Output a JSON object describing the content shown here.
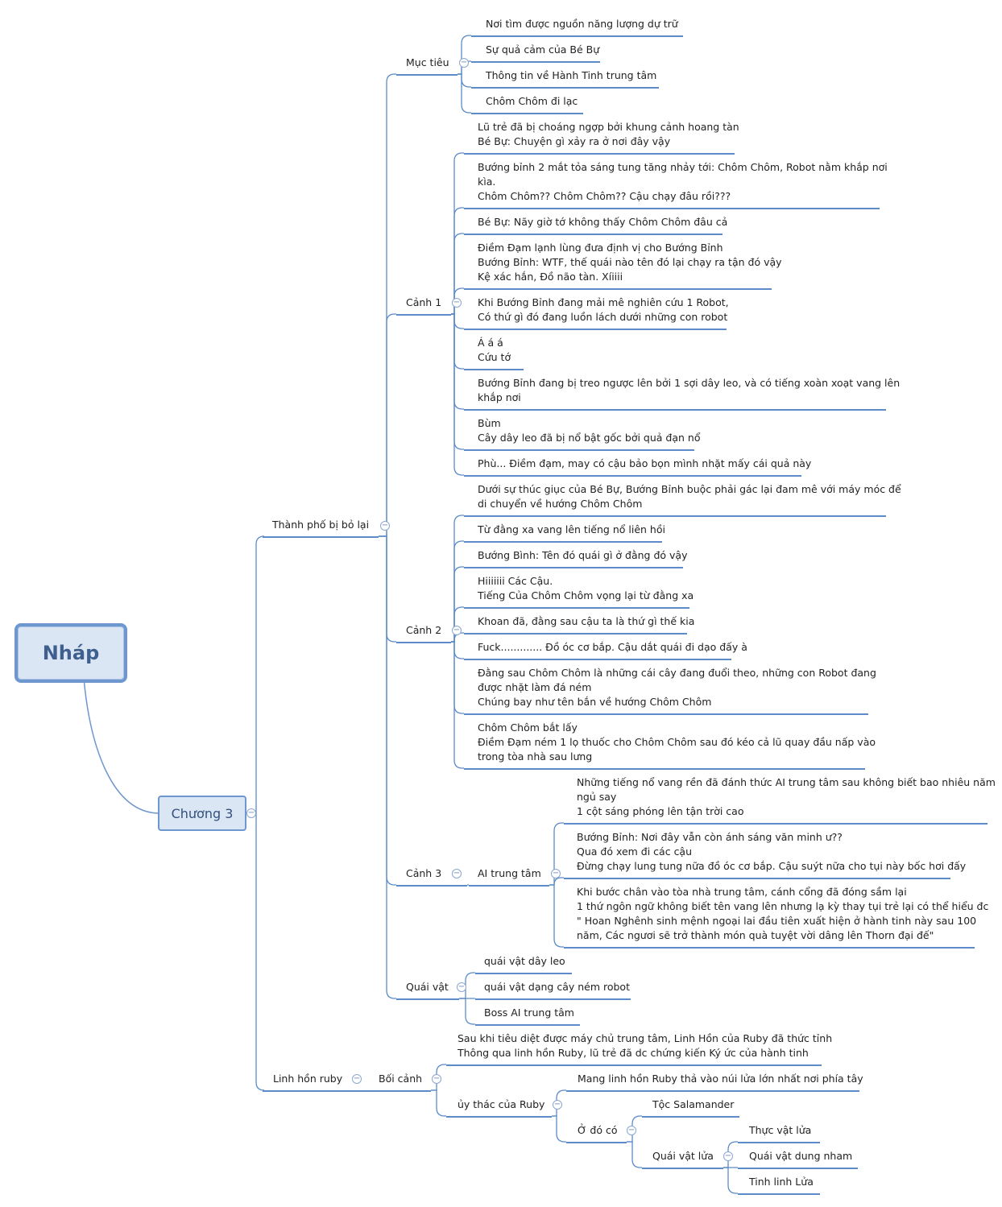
{
  "root": "Nháp",
  "chapter": "Chương 3",
  "nodes": {
    "tp": "Thành phố bị bỏ lại",
    "mt": "Mục tiêu",
    "mt1": "Nơi tìm được nguồn năng lượng dự trữ",
    "mt2": "Sự quả cảm của Bé Bự",
    "mt3": "Thông tin về Hành Tinh trung tâm",
    "mt4": "Chôm Chôm đi lạc",
    "c1": "Cảnh 1",
    "c1_1": [
      "Lũ trẻ đã bị choáng ngợp bởi khung cảnh hoang tàn",
      "Bé Bự: Chuyện gì xảy ra ở nơi đây vậy"
    ],
    "c1_2": [
      "Bướng bỉnh 2 mắt tỏa sáng tung tăng nhảy tới: Chôm Chôm, Robot nằm khắp nơi",
      "kìa.",
      "Chôm Chôm?? Chôm Chôm?? Cậu chạy đâu rồi???"
    ],
    "c1_3": [
      "Bé Bự: Nãy giờ tớ không thấy Chôm Chôm đâu cả"
    ],
    "c1_4": [
      "Điềm Đạm lạnh lùng đưa định vị cho Bướng Bỉnh",
      "Bướng Bỉnh: WTF, thế quái nào tên đó lại chạy ra tận đó vậy",
      "Kệ xác hắn, Đồ não tàn. Xíiiii"
    ],
    "c1_5": [
      "Khi Bướng Bỉnh đang mải mê nghiên cứu 1 Robot,",
      "Có thứ gì đó đang luồn lách dưới những con robot"
    ],
    "c1_6": [
      "Á á á",
      "Cứu tớ"
    ],
    "c1_7": [
      "Bướng Bỉnh đang bị treo ngược lên bởi 1 sợi dây leo, và có tiếng xoàn xoạt vang lên",
      "khắp nơi"
    ],
    "c1_8": [
      "Bùm",
      "Cây dây leo đã bị nổ bật gốc bởi quả đạn nổ"
    ],
    "c1_9": [
      "Phù... Điềm đạm, may có cậu bảo bọn mình nhặt mấy cái quả này"
    ],
    "c2": "Cảnh 2",
    "c2_1": [
      "Dưới sự thúc giục của Bé Bự, Bướng Bỉnh buộc phải gác lại đam mê với máy móc để",
      "di chuyển về hướng Chôm Chôm"
    ],
    "c2_2": [
      "Từ đằng xa vang lên tiếng nổ liên hồi"
    ],
    "c2_3": [
      "Bướng Bình: Tên đó quái gì ở đằng đó vậy"
    ],
    "c2_4": [
      "Hiiiiiii Các Cậu.",
      "Tiếng Của Chôm Chôm vọng lại từ đằng xa"
    ],
    "c2_5": [
      "Khoan đã, đằng sau cậu ta là thứ gì thế kia"
    ],
    "c2_6": [
      "Fuck............. Đồ óc cơ bắp. Cậu dắt quái đi dạo đấy à"
    ],
    "c2_7": [
      "Đằng sau Chôm Chôm là những cái cây đang đuổi theo, những con Robot đang",
      "được nhặt làm đá ném",
      "Chúng bay như tên bắn về hướng Chôm Chôm"
    ],
    "c2_8": [
      "Chôm Chôm bắt lấy",
      "Điềm Đạm ném 1 lọ thuốc cho Chôm Chôm sau đó kéo cả lũ quay đầu nấp vào",
      "trong tòa nhà sau lưng"
    ],
    "c3": "Cảnh 3",
    "ai": "AI trung tâm",
    "ai_1": [
      "Những tiếng nổ vang rền đã đánh thức AI trung tâm sau không biết bao nhiêu năm",
      "ngủ say",
      "1 cột sáng phóng lên tận trời cao"
    ],
    "ai_2": [
      "Bướng Bỉnh: Nơi đây vẫn còn ánh sáng văn minh ư??",
      "Qua đó xem đi các cậu",
      "Đừng chạy lung tung nữa đồ óc cơ bắp. Cậu suýt nữa cho tụi này bốc hơi đấy"
    ],
    "ai_3": [
      "Khi bước chân vào tòa nhà trung tâm, cánh cổng đã đóng sầm lại",
      "1 thứ ngôn ngữ không biết tên vang lên nhưng lạ kỳ thay tụi trẻ lại có thể hiểu đc",
      "\" Hoan Nghênh sinh mệnh ngoại lai đầu tiên xuất hiện ở hành tinh này sau 100",
      "năm, Các ngươi sẽ trở thành món quà tuyệt vời dâng lên Thorn đại đế\""
    ],
    "qv": "Quái vật",
    "qv1": "quái vật dây leo",
    "qv2": "quái vật dạng cây ném robot",
    "qv3": "Boss AI trung tâm",
    "lh": "Linh hồn ruby",
    "bc": "Bối cảnh",
    "bc_1": [
      "Sau khi tiêu diệt được máy chủ trung tâm, Linh Hồn của Ruby đã thức tỉnh",
      "Thông qua linh hồn Ruby, lũ trẻ đã dc chứng kiến Ký ức của hành tinh"
    ],
    "ut": "ủy thác của Ruby",
    "ut_1": "Mang linh hồn Ruby thả vào núi lửa lớn nhất nơi phía tây",
    "odc": "Ở đó có",
    "ts": "Tộc Salamander",
    "qvl": "Quái vật lửa",
    "qvl1": "Thực vật lửa",
    "qvl2": "Quái vật dung nham",
    "qvl3": "Tinh linh Lửa"
  }
}
